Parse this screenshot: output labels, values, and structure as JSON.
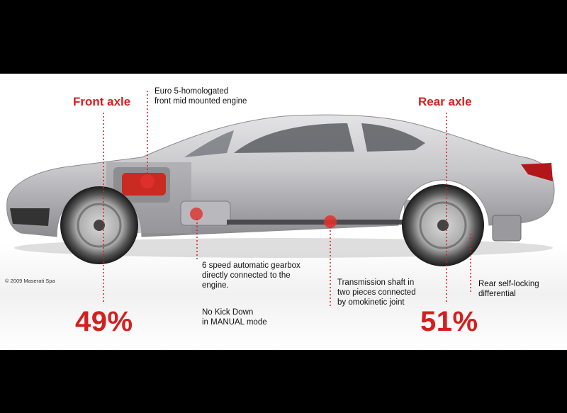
{
  "front": {
    "title": "Front axle",
    "percent": "49%"
  },
  "rear": {
    "title": "Rear axle",
    "percent": "51%"
  },
  "notes": {
    "engine": "Euro 5-homologated\nfront mid mounted engine",
    "gearbox": "6 speed automatic gearbox\ndirectly connected to the\nengine.",
    "kickdown": "No Kick Down\nin MANUAL mode",
    "shaft": "Transmission shaft in\ntwo pieces connected\nby omokinetic joint",
    "differential": "Rear self-locking\ndifferential"
  },
  "copyright": "© 2009 Maserati Spa",
  "colors": {
    "accent": "#d41f1f",
    "body_silver": "#c9c9cb",
    "text": "#111111"
  }
}
